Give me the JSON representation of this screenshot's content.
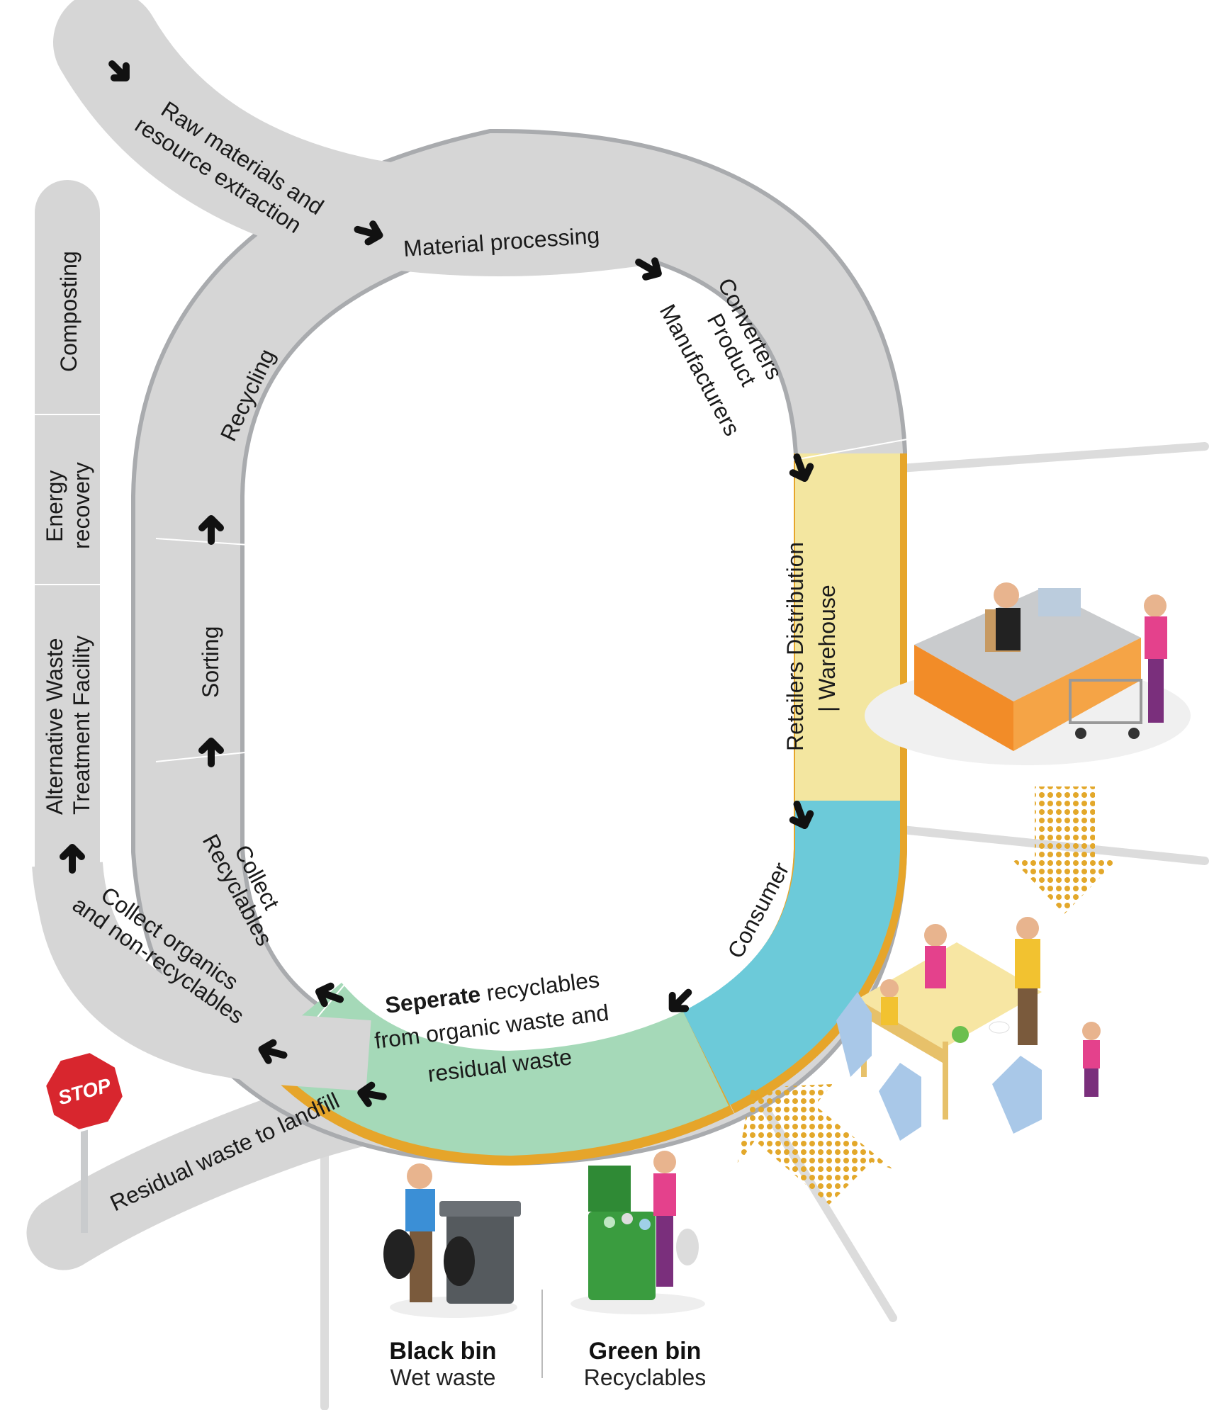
{
  "stages": {
    "raw_materials_line1": "Raw materials and",
    "raw_materials_line2": "resource extraction",
    "material_processing": "Material processing",
    "converters_line1": "Converters",
    "converters_line2": "Product",
    "converters_line3": "Manufacturers",
    "retailers_line1": "Retailers Distribution",
    "retailers_line2": "| Warehouse",
    "consumer": "Consumer",
    "separate_bold": "Seperate",
    "separate_rest": " recyclables",
    "separate_line2": "from organic waste and",
    "separate_line3": "residual waste",
    "collect_recyclables_line1": "Collect",
    "collect_recyclables_line2": "Recyclables",
    "sorting": "Sorting",
    "recycling": "Recycling",
    "collect_organics_line1": "Collect organics",
    "collect_organics_line2": "and non-recyclables",
    "alternative_line1": "Alternative Waste",
    "alternative_line2": "Treatment Facility",
    "energy_line1": "Energy",
    "energy_line2": "recovery",
    "composting": "Composting",
    "residual_landfill": "Residual waste to landfill"
  },
  "stop_sign": "STOP",
  "bins": {
    "black_title": "Black bin",
    "black_subtitle": "Wet waste",
    "green_title": "Green bin",
    "green_subtitle": "Recyclables"
  },
  "colors": {
    "band_gray": "#d6d6d6",
    "band_edge": "#a9abae",
    "retail_yellow": "#f3e6a0",
    "consumer_blue": "#6ccad9",
    "separate_green": "#a5d9b8",
    "orange_edge": "#e6a52a",
    "stop_red": "#d8262e",
    "bin_green": "#3a9c3f",
    "bin_black": "#555a5e",
    "dot_arrow": "#e3a82b"
  }
}
